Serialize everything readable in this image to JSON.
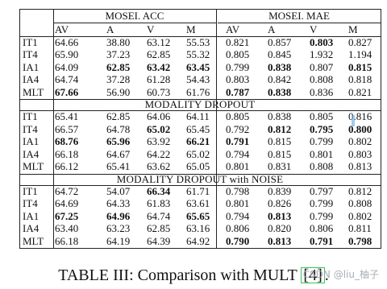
{
  "table": {
    "group_headers": [
      "MOSEI. ACC",
      "MOSEI. MAE"
    ],
    "column_headers": [
      "AV",
      "A",
      "V",
      "M",
      "AV",
      "A",
      "V",
      "M"
    ],
    "sections": [
      {
        "title": "",
        "rows": [
          {
            "label": "IT1",
            "cells": [
              "64.66",
              "38.80",
              "63.12",
              "55.53",
              "0.821",
              "0.857",
              "0.803",
              "0.827"
            ],
            "bold": [
              false,
              false,
              false,
              false,
              false,
              false,
              true,
              false
            ]
          },
          {
            "label": "IT4",
            "cells": [
              "65.90",
              "37.23",
              "62.85",
              "55.32",
              "0.805",
              "0.845",
              "1.932",
              "1.194"
            ],
            "bold": [
              false,
              false,
              false,
              false,
              false,
              false,
              false,
              false
            ]
          },
          {
            "label": "IA1",
            "cells": [
              "64.09",
              "62.85",
              "63.42",
              "63.45",
              "0.799",
              "0.838",
              "0.807",
              "0.815"
            ],
            "bold": [
              false,
              true,
              true,
              true,
              false,
              true,
              false,
              true
            ]
          },
          {
            "label": "IA4",
            "cells": [
              "64.74",
              "37.28",
              "61.28",
              "54.43",
              "0.803",
              "0.842",
              "0.808",
              "0.818"
            ],
            "bold": [
              false,
              false,
              false,
              false,
              false,
              false,
              false,
              false
            ]
          },
          {
            "label": "MLT",
            "cells": [
              "67.66",
              "56.90",
              "60.73",
              "61.76",
              "0.787",
              "0.838",
              "0.836",
              "0.821"
            ],
            "bold": [
              true,
              false,
              false,
              false,
              true,
              true,
              false,
              false
            ]
          }
        ]
      },
      {
        "title": "MODALITY DROPOUT",
        "rows": [
          {
            "label": "IT1",
            "cells": [
              "65.41",
              "62.85",
              "64.06",
              "64.11",
              "0.805",
              "0.838",
              "0.805",
              "0.816"
            ],
            "bold": [
              false,
              false,
              false,
              false,
              false,
              false,
              false,
              false
            ]
          },
          {
            "label": "IT4",
            "cells": [
              "66.57",
              "64.78",
              "65.02",
              "65.45",
              "0.792",
              "0.812",
              "0.795",
              "0.800"
            ],
            "bold": [
              false,
              false,
              true,
              false,
              false,
              true,
              true,
              true
            ]
          },
          {
            "label": "IA1",
            "cells": [
              "68.76",
              "65.96",
              "63.92",
              "66.21",
              "0.791",
              "0.815",
              "0.799",
              "0.802"
            ],
            "bold": [
              true,
              true,
              false,
              true,
              true,
              false,
              false,
              false
            ]
          },
          {
            "label": "IA4",
            "cells": [
              "66.18",
              "64.67",
              "64.22",
              "65.02",
              "0.794",
              "0.815",
              "0.801",
              "0.803"
            ],
            "bold": [
              false,
              false,
              false,
              false,
              false,
              false,
              false,
              false
            ]
          },
          {
            "label": "MLT",
            "cells": [
              "66.12",
              "65.41",
              "63.62",
              "65.05",
              "0.801",
              "0.831",
              "0.808",
              "0.813"
            ],
            "bold": [
              false,
              false,
              false,
              false,
              false,
              false,
              false,
              false
            ]
          }
        ]
      },
      {
        "title": "MODALITY DROPOUT with NOISE",
        "rows": [
          {
            "label": "IT1",
            "cells": [
              "64.72",
              "54.07",
              "66.34",
              "61.71",
              "0.798",
              "0.839",
              "0.797",
              "0.812"
            ],
            "bold": [
              false,
              false,
              true,
              false,
              false,
              false,
              false,
              false
            ]
          },
          {
            "label": "IT4",
            "cells": [
              "64.69",
              "64.33",
              "61.83",
              "63.61",
              "0.801",
              "0.826",
              "0.799",
              "0.808"
            ],
            "bold": [
              false,
              false,
              false,
              false,
              false,
              false,
              false,
              false
            ]
          },
          {
            "label": "IA1",
            "cells": [
              "67.25",
              "64.96",
              "64.74",
              "65.65",
              "0.794",
              "0.813",
              "0.799",
              "0.802"
            ],
            "bold": [
              true,
              true,
              false,
              true,
              false,
              true,
              false,
              false
            ]
          },
          {
            "label": "IA4",
            "cells": [
              "63.40",
              "63.23",
              "62.85",
              "63.16",
              "0.806",
              "0.820",
              "0.806",
              "0.811"
            ],
            "bold": [
              false,
              false,
              false,
              false,
              false,
              false,
              false,
              false
            ]
          },
          {
            "label": "MLT",
            "cells": [
              "66.18",
              "64.19",
              "64.39",
              "64.92",
              "0.790",
              "0.813",
              "0.791",
              "0.798"
            ],
            "bold": [
              false,
              false,
              false,
              false,
              true,
              true,
              true,
              true
            ]
          }
        ]
      }
    ]
  },
  "caption": {
    "prefix": "TABLE III: Comparison with MULT ",
    "cite": "[4]",
    "suffix": "."
  },
  "watermark": "CSDN @liu_柚子"
}
